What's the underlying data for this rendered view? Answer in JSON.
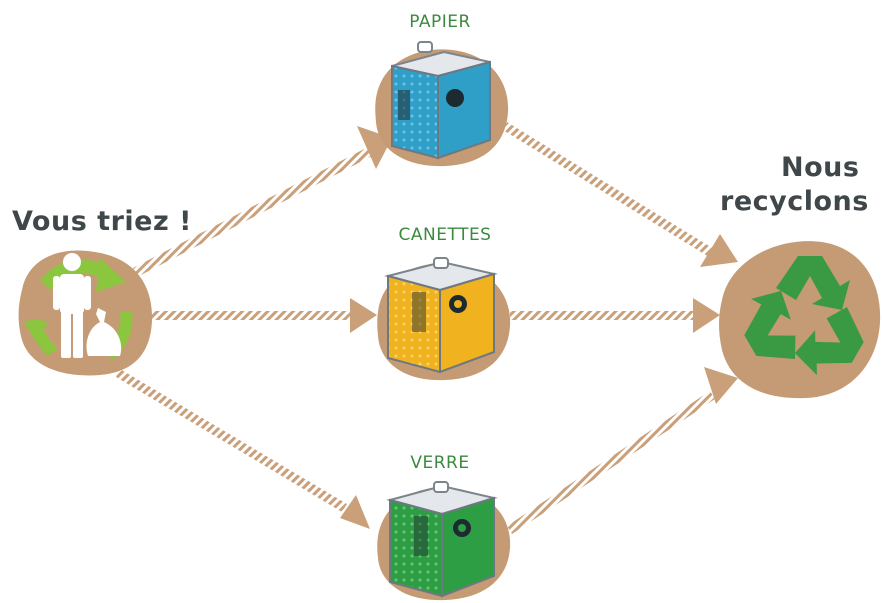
{
  "source_label": "Vous triez !",
  "target_label_line1": "Nous",
  "target_label_line2": "recyclons !",
  "bins": [
    {
      "label": "PAPIER",
      "color": "#2f9fc8"
    },
    {
      "label": "CANETTES",
      "color": "#f0b21f"
    },
    {
      "label": "VERRE",
      "color": "#2e9e45"
    }
  ],
  "colors": {
    "blob": "#c49b74",
    "arrow": "#c9a07a",
    "recycle_green": "#3a9a44",
    "light_green": "#8cc63f",
    "label_green": "#3c8a3f",
    "title_grey": "#3f474a"
  },
  "icons": [
    "person-icon",
    "trash-bag-icon",
    "recycle-icon",
    "paper-bin-icon",
    "can-bin-icon",
    "glass-bin-icon"
  ]
}
